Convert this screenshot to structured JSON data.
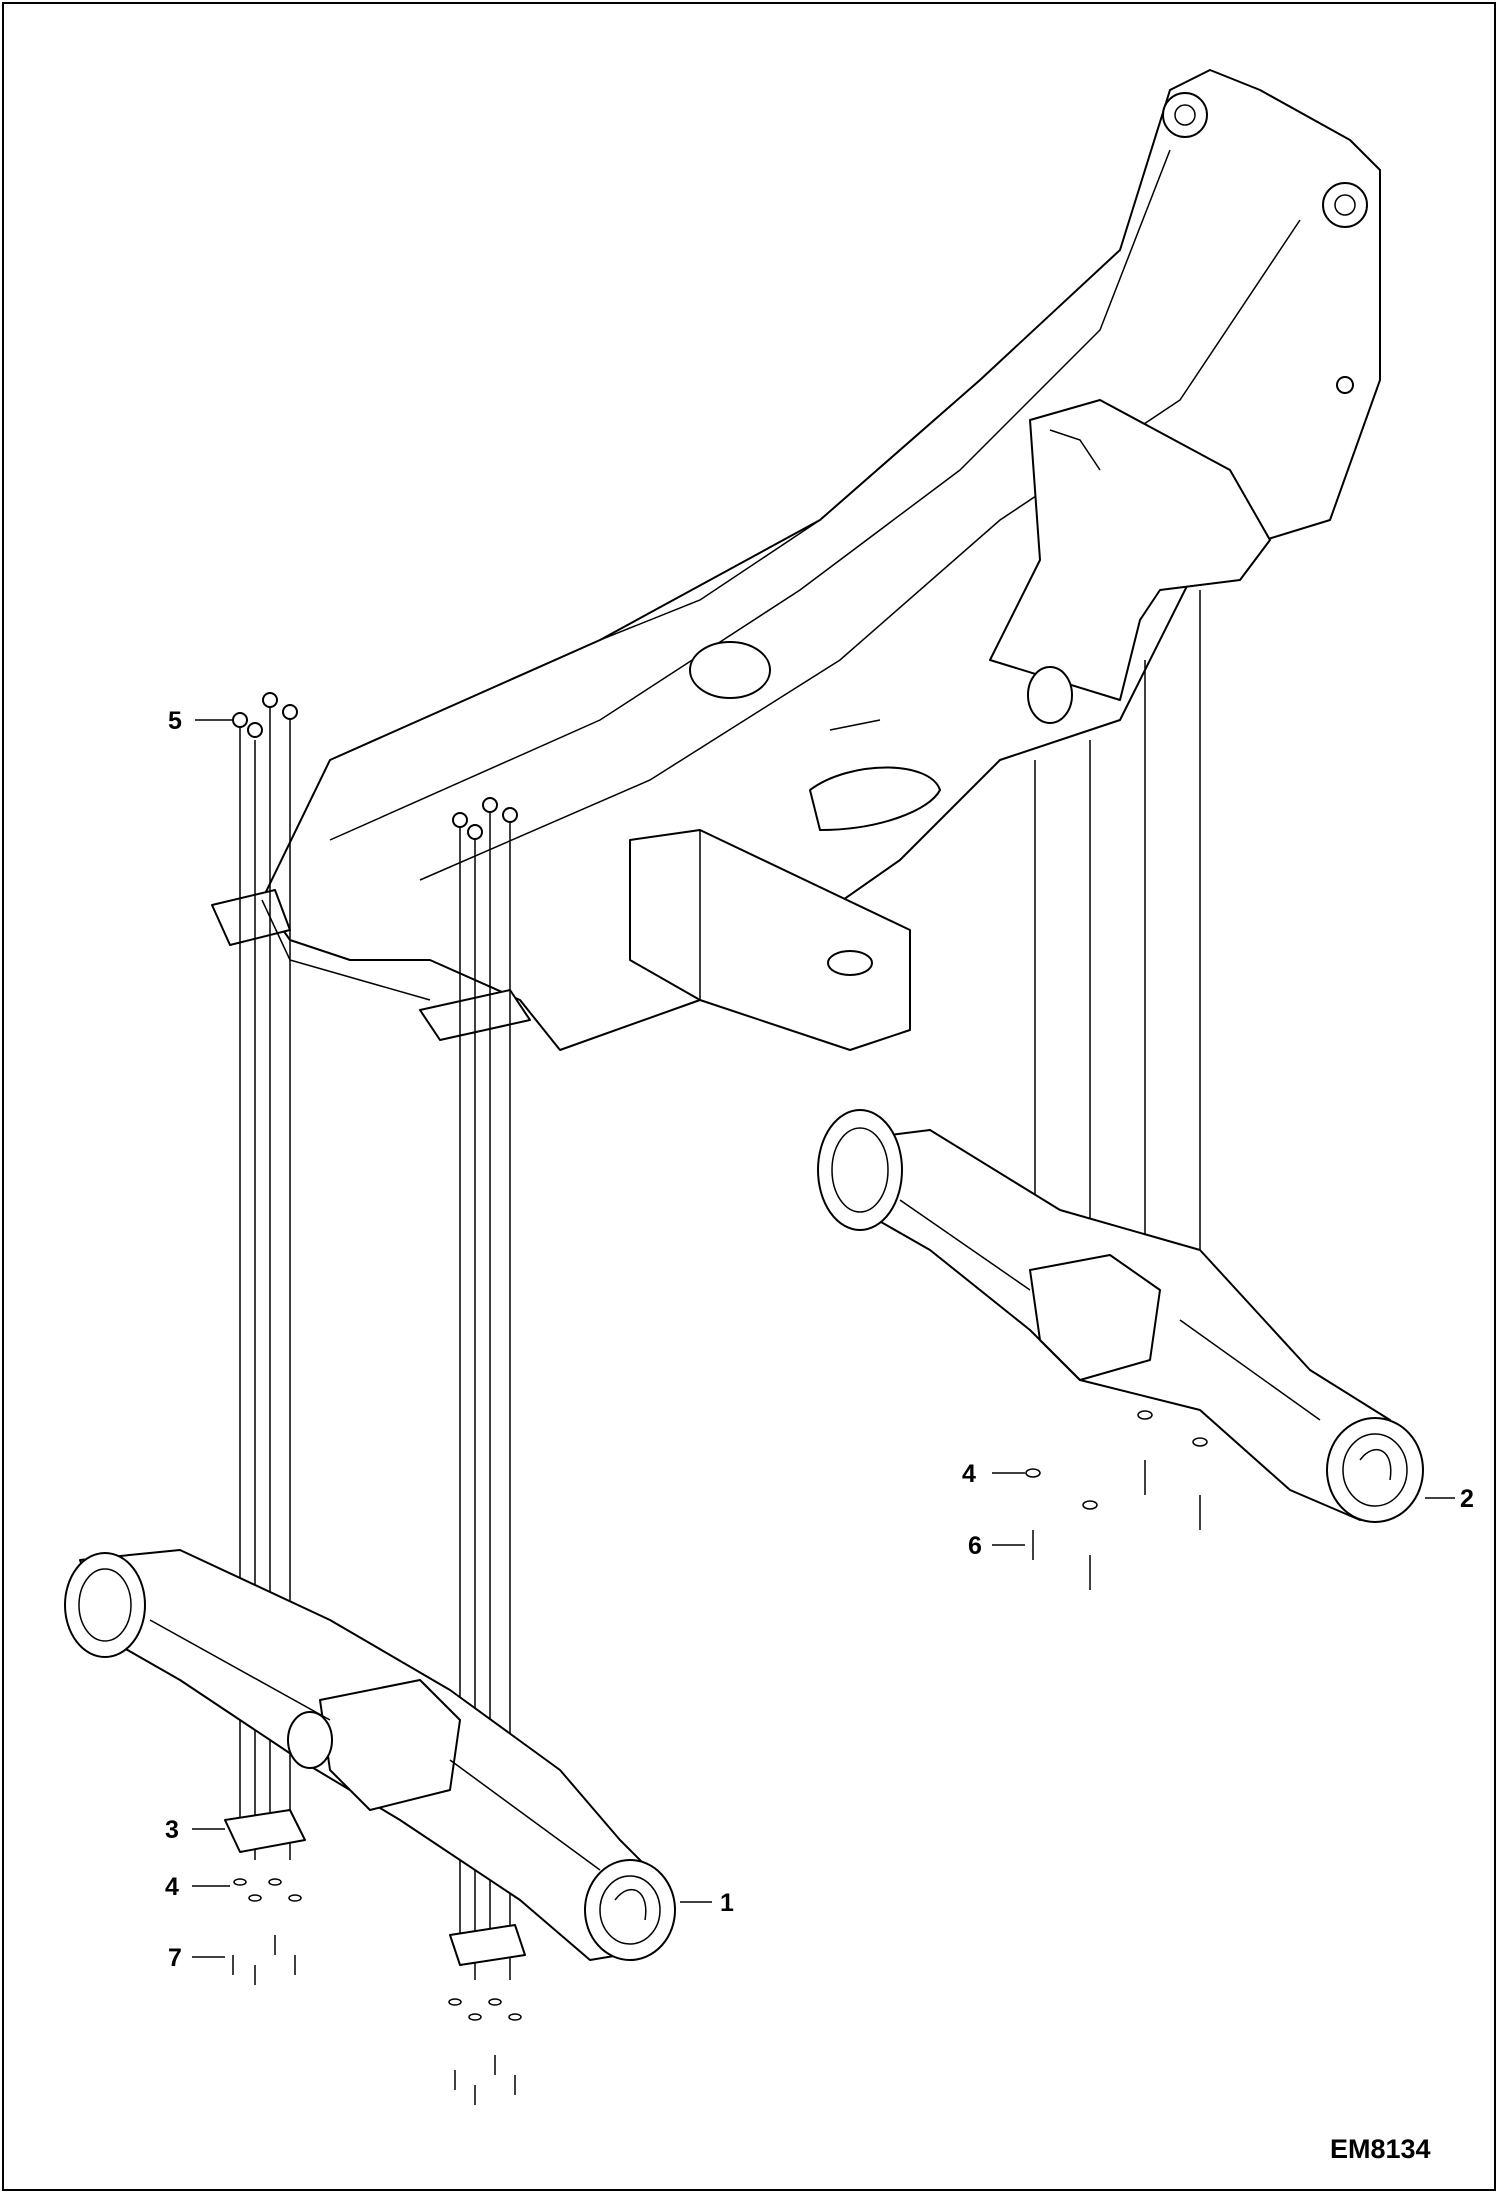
{
  "drawing_id": "EM8134",
  "callouts": [
    {
      "id": "c5",
      "label": "5"
    },
    {
      "id": "c4a",
      "label": "4"
    },
    {
      "id": "c6",
      "label": "6"
    },
    {
      "id": "c2",
      "label": "2"
    },
    {
      "id": "c3",
      "label": "3"
    },
    {
      "id": "c4b",
      "label": "4"
    },
    {
      "id": "c1",
      "label": "1"
    },
    {
      "id": "c7",
      "label": "7"
    }
  ],
  "parts": [
    {
      "name": "main-frame"
    },
    {
      "name": "front-axle"
    },
    {
      "name": "rear-axle"
    }
  ]
}
